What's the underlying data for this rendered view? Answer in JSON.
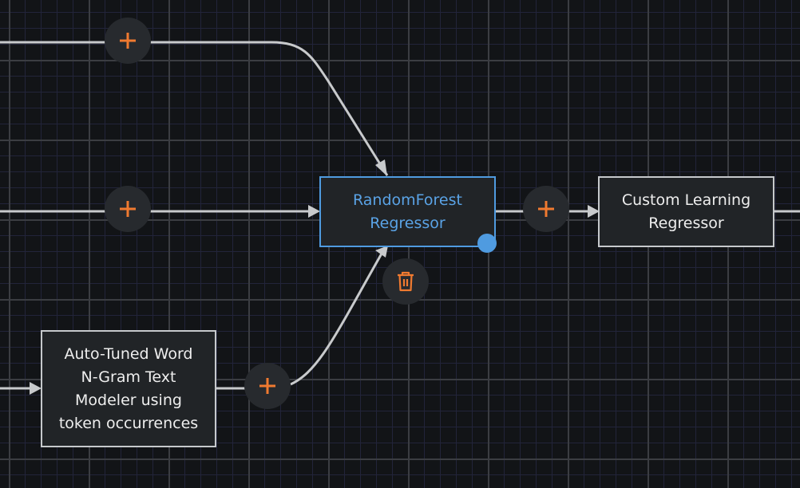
{
  "colors": {
    "accent_orange": "#f07a30",
    "selected_blue": "#4f9be0",
    "edge": "#c8cacc",
    "node_bg": "#212427",
    "canvas_bg": "#121417"
  },
  "nodes": {
    "random_forest": {
      "lines": [
        "RandomForest",
        "Regressor"
      ],
      "selected": true
    },
    "custom_learning": {
      "lines": [
        "Custom Learning",
        "Regressor"
      ],
      "selected": false
    },
    "auto_tuned": {
      "lines": [
        "Auto-Tuned Word",
        "N-Gram Text",
        "Modeler using",
        "token occurrences"
      ],
      "selected": false
    }
  },
  "icons": {
    "add": "plus-icon",
    "delete": "trash-icon",
    "connect": "connection-handle"
  }
}
